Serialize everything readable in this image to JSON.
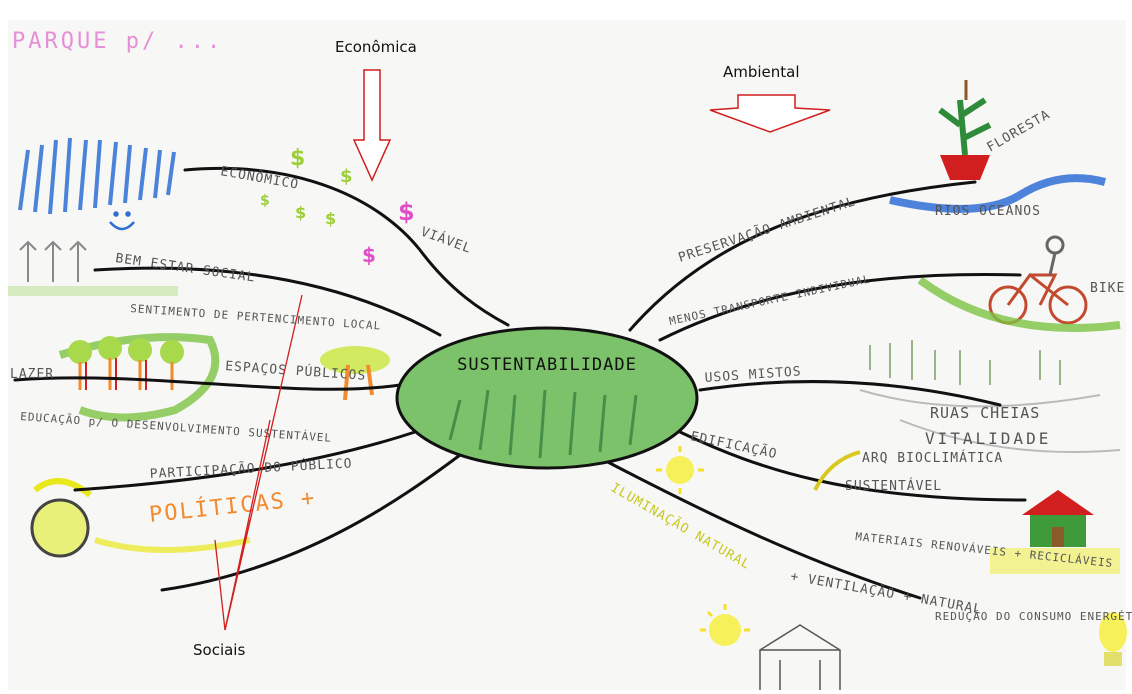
{
  "labels": {
    "economica": "Econômica",
    "ambiental": "Ambiental",
    "sociais": "Sociais"
  },
  "center": {
    "text": "SUSTENTABILIDADE",
    "color": "#6cb85a"
  },
  "handwritten": {
    "pink_header": "PARQUE p/ ...",
    "economico": "ECONÔMICO",
    "viavel": "VIÁVEL",
    "bem_estar": "BEM ESTAR SOCIAL",
    "sentimento": "SENTIMENTO DE PERTENCIMENTO LOCAL",
    "lazer": "LAZER",
    "educacao": "EDUCAÇÃO p/ O DESENVOLVIMENTO SUSTENTÁVEL",
    "espacos": "ESPAÇOS PÚBLICOS",
    "participacao": "PARTICIPAÇÃO DO PÚBLICO",
    "politicas": "POLÍTICAS +",
    "preservacao": "PRESERVAÇÃO AMBIENTAL",
    "floresta": "FLORESTA",
    "rios": "RIOS OCEANOS",
    "menos_transporte": "MENOS TRANSPORTE INDIVIDUAL",
    "bike": "BIKE",
    "usos_mistos": "USOS MISTOS",
    "ruas": "RUAS CHEIAS",
    "vitalidade": "VITALIDADE",
    "edificacao": "EDIFICAÇÃO",
    "arq": "ARQ BIOCLIMÁTICA",
    "sustentavel": "SUSTENTÁVEL",
    "materiais": "MATERIAIS RENOVÁVEIS + RECICLÁVEIS",
    "iluminacao": "ILUMINAÇÃO NATURAL",
    "ventilacao": "+ VENTILAÇÃO + NATURAL",
    "reducao": "REDUÇÃO DO CONSUMO ENERGÉTICO"
  },
  "colors": {
    "arrow": "#d11f1f",
    "blue": "#2f6fd6",
    "green": "#7cc242",
    "yellow": "#e8e81a",
    "orange": "#f28a2e",
    "pink": "#e14fc8",
    "brown": "#8a5a2b"
  }
}
